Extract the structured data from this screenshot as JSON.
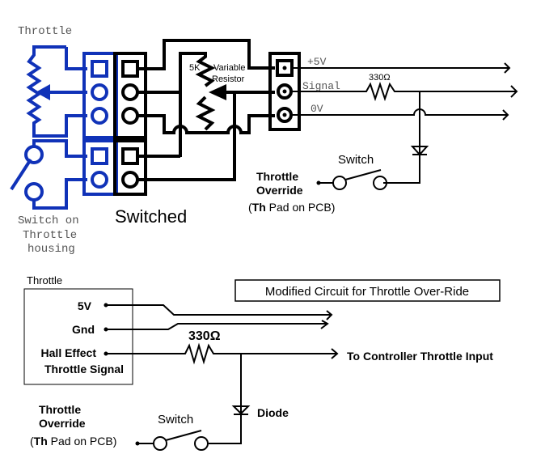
{
  "top_diagram": {
    "throttle_label": "Throttle",
    "switch_housing_label": [
      "Switch on",
      "Throttle",
      "housing"
    ],
    "switched_label": "Switched",
    "variable_resistor": {
      "value": "5K",
      "label_line1": "Variable",
      "label_line2": "Resistor"
    },
    "outputs": [
      {
        "label": "+5V"
      },
      {
        "label": "Signal"
      },
      {
        "label": "0V"
      }
    ],
    "resistor_label": "330Ω",
    "switch_label": "Switch",
    "override_label": [
      "Throttle",
      "Override"
    ],
    "pad_label": {
      "bold": "Th",
      "rest": " Pad on PCB)",
      "open": "("
    }
  },
  "bottom_diagram": {
    "title": "Modified Circuit for Throttle Over-Ride",
    "throttle_box_label": "Throttle",
    "pins": [
      {
        "label": "5V"
      },
      {
        "label": "Gnd"
      },
      {
        "label": "Hall Effect"
      }
    ],
    "pin_label_line2": "Throttle Signal",
    "resistor_label": "330Ω",
    "output_label": "To Controller Throttle Input",
    "diode_label": "Diode",
    "switch_label": "Switch",
    "override_label": [
      "Throttle",
      "Override"
    ],
    "pad_label": {
      "bold": "Th",
      "rest": " Pad on PCB)",
      "open": "("
    }
  }
}
